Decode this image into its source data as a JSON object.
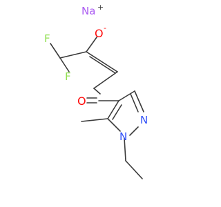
{
  "molecule": {
    "atoms": {
      "na": "Na",
      "na_charge": "+",
      "o_enolate": "O",
      "o_enolate_charge": "-",
      "f_top": "F",
      "f_bottom": "F",
      "o_ketone": "O",
      "n_ring": "N",
      "n_ethyl": "N"
    },
    "colors": {
      "bond": "#3a3a3a",
      "oxygen": "#ff0d0d",
      "nitrogen": "#3050f8",
      "fluorine": "#90e050",
      "sodium": "#ab5cf2",
      "carbon": "#3a3a3a"
    }
  }
}
